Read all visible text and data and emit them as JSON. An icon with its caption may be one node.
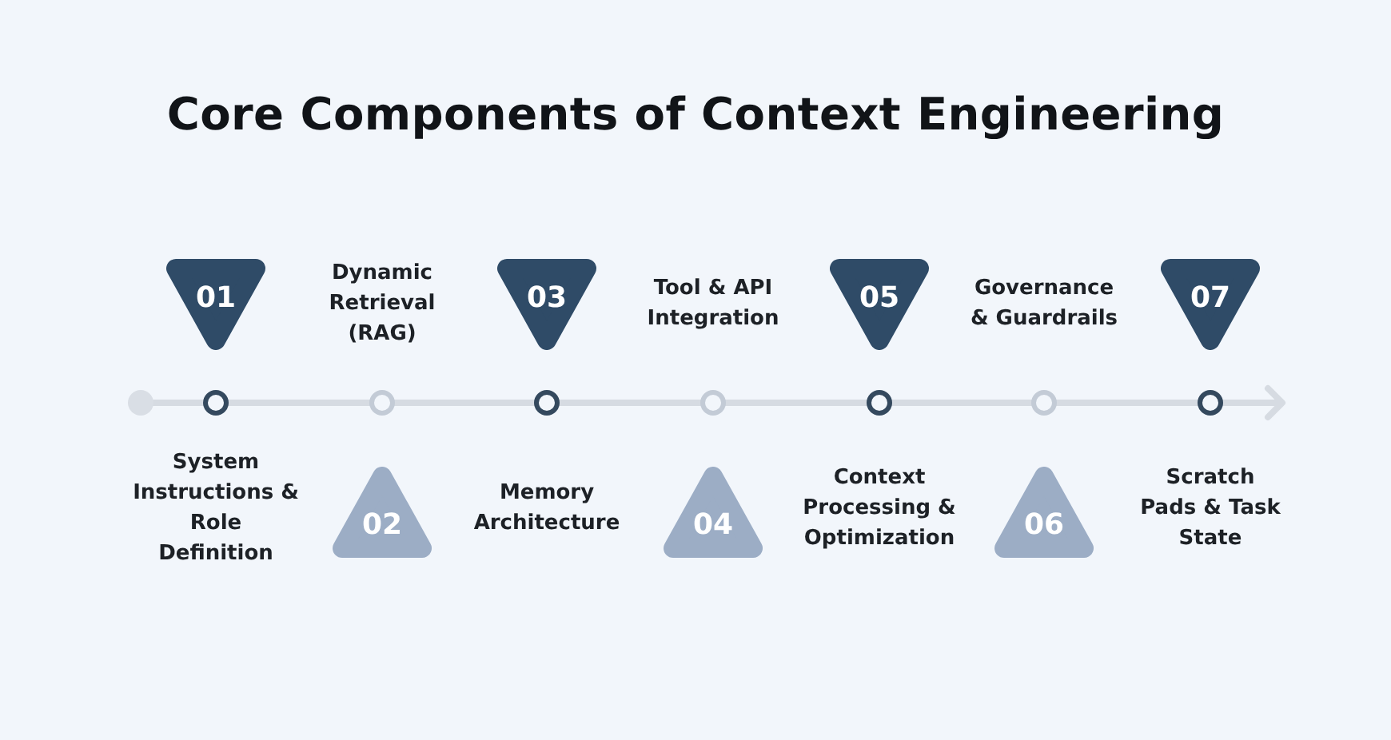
{
  "diagram": {
    "title": "Core Components of Context Engineering",
    "nodes": [
      {
        "text": [
          "01"
        ]
      },
      {
        "text": [
          "02"
        ]
      },
      {
        "text": [
          "03"
        ]
      },
      {
        "text": [
          "04"
        ]
      },
      {
        "text": [
          "05"
        ]
      },
      {
        "text": [
          "06"
        ]
      },
      {
        "text": [
          "07"
        ]
      }
    ],
    "labels": [
      "System Instructions & Role Definition",
      "Dynamic Retrieval (RAG)",
      "Memory Architecture",
      "Tool & API Integration",
      "Context Processing & Optimization",
      "Governance & Guardrails",
      "Scratch Pads & Task State"
    ]
  }
}
